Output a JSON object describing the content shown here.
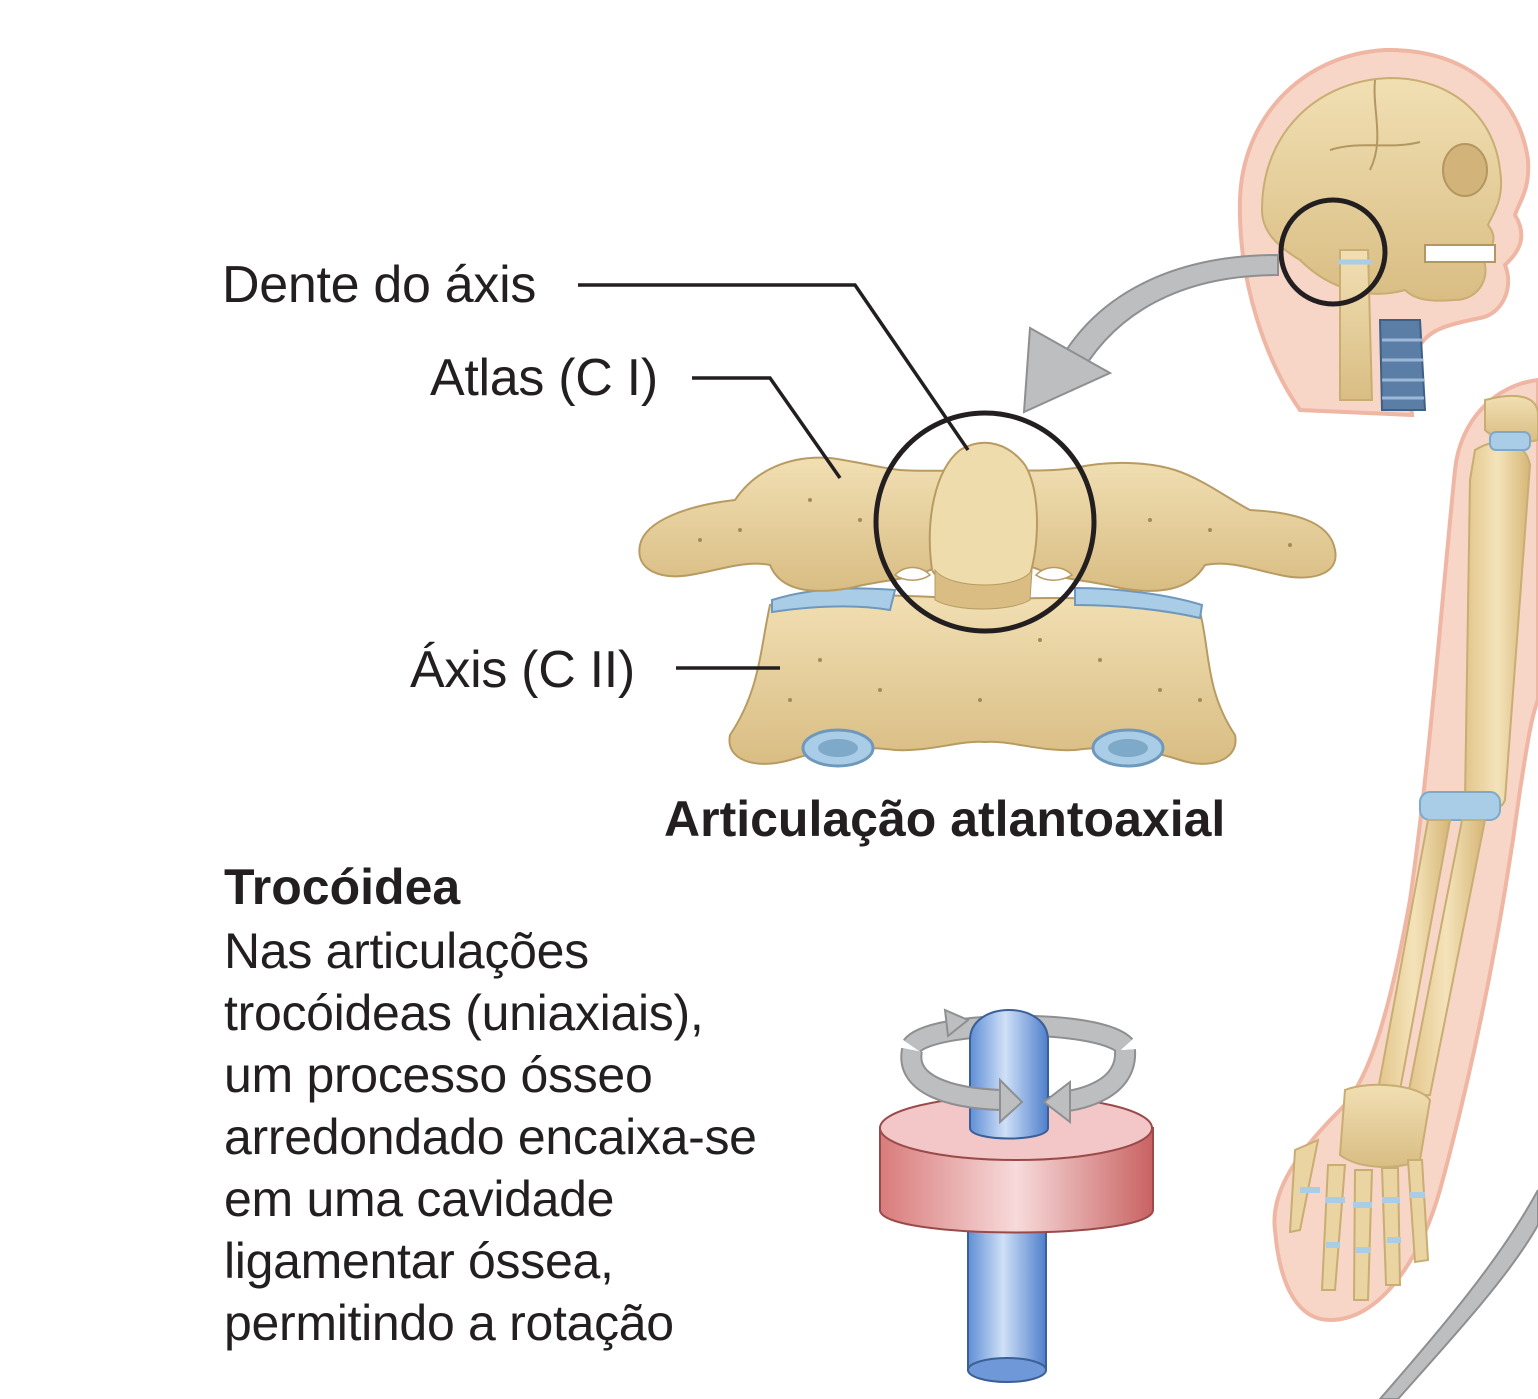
{
  "labels": {
    "dente": "Dente do áxis",
    "atlas": "Atlas (C I)",
    "axis": "Áxis (C II)"
  },
  "caption": "Articulação atlantoaxial",
  "description": {
    "title": "Trocóidea",
    "lines": [
      "Nas articulações",
      "trocóideas (uniaxiais),",
      "um processo ósseo",
      "arredondado encaixa-se",
      "em uma cavidade",
      "ligamentar óssea,",
      "permitindo a rotação"
    ]
  },
  "colors": {
    "bone": "#e9d3a0",
    "bone_shadow": "#c9ad72",
    "cartilage": "#a9cde6",
    "skin": "#f7d6c8",
    "skin_outline": "#efb6a4",
    "arrow_gray": "#bcbec0",
    "pin_blue": "#8ab0e2",
    "ring_red": "#e8a3a3"
  }
}
